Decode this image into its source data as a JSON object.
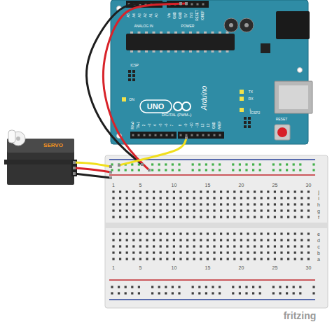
{
  "diagram": {
    "nodes": [
      {
        "text": [
          "Arduino",
          "UNO"
        ]
      },
      {
        "text": [
          "SERVO"
        ]
      },
      {
        "text": [
          "1",
          "5",
          "10",
          "15",
          "20",
          "25",
          "30"
        ]
      }
    ],
    "edges": [
      {
        "from": 0,
        "to": 2,
        "arrow": "none"
      },
      {
        "from": 0,
        "to": 2,
        "arrow": "none"
      },
      {
        "from": 0,
        "to": 2,
        "arrow": "none"
      },
      {
        "from": 1,
        "to": 2,
        "arrow": "none"
      },
      {
        "from": 1,
        "to": 2,
        "arrow": "none"
      },
      {
        "from": 1,
        "to": 2,
        "arrow": "none"
      }
    ],
    "labels": [
      "ON",
      "TX",
      "RX",
      "L",
      "RESET",
      "ICSP2",
      "ICSP",
      "RX◂0",
      "TX▸1",
      "2",
      "~3",
      "4",
      "~5",
      "~6",
      "7",
      "8",
      "~9",
      "~10",
      "~11",
      "12",
      "13",
      "GND",
      "AREF",
      "DIGITAL (PWM~)",
      "ANALOG IN",
      "POWER",
      "A5",
      "A4",
      "A3",
      "A2",
      "A1",
      "A0",
      "Vin",
      "GND",
      "GND",
      "5V",
      "3V3",
      "RESET",
      "IOREF",
      "1",
      "5",
      "10",
      "15",
      "20",
      "25",
      "30",
      "j",
      "i",
      "h",
      "g",
      "f",
      "e",
      "d",
      "c",
      "b",
      "a",
      "fritzing"
    ]
  }
}
